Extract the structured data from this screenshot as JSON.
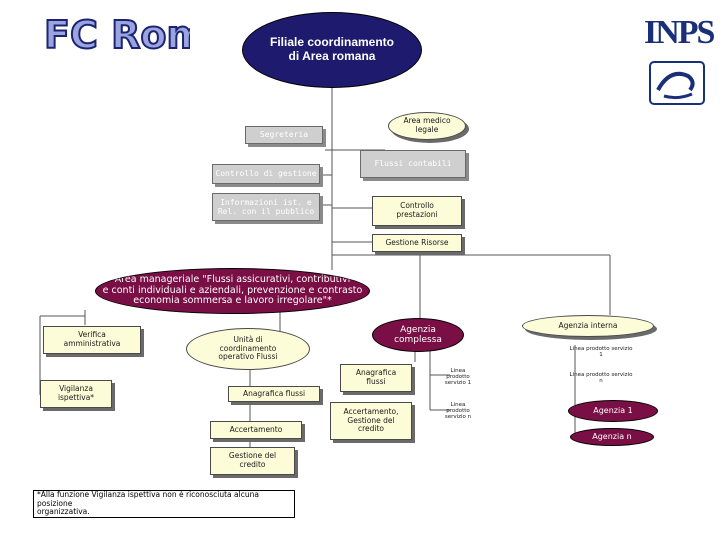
{
  "header": {
    "logo_left_text": "FC Roma",
    "logo_right_text": "INPS",
    "root": "Filiale coordinamento\ndi Area romana"
  },
  "staff": {
    "segreteria": "Segreteria",
    "controllo_gestione": "Controllo di gestione",
    "informazioni": "Informazioni ist. e\nRel. con il pubblico",
    "area_medico": "Area medico\nlegale",
    "flussi_contabili": "Flussi contabili",
    "controllo_prestazioni": "Controllo\nprestazioni",
    "gestione_risorse": "Gestione Risorse"
  },
  "area_manageriale": "Area manageriale \"Flussi assicurativi, contributivi\ne conti individuali e aziendali, prevenzione e contrasto\neconomia sommersa e lavoro irregolare\"*",
  "left_branch": {
    "verifica": "Verifica\namministrativa",
    "vigilanza": "Vigilanza\nispettiva*"
  },
  "unita": {
    "title": "Unità di\ncoordinamento\noperativo Flussi",
    "anagrafica": "Anagrafica flussi",
    "accertamento": "Accertamento",
    "gestione_credito": "Gestione del\ncredito"
  },
  "agenzia_complessa": {
    "title": "Agenzia\ncomplessa",
    "anagrafica": "Anagrafica\nflussi",
    "accertamento": "Accertamento,\nGestione del\ncredito",
    "linea1": "Linea\nprodotto\nservizio 1",
    "linea_n": "Linea\nprodotto\nservizio n"
  },
  "agenzia_interna": {
    "title": "Agenzia interna",
    "linea1": "Linea prodotto servizio\n1",
    "linea_n": "Linea prodotto servizio\nn",
    "agenzia1": "Agenzia 1",
    "agenzia_n": "Agenzia n"
  },
  "footnote": "*Alla funzione Vigilanza ispettiva non è riconosciuta alcuna posizione\norganizzativa."
}
